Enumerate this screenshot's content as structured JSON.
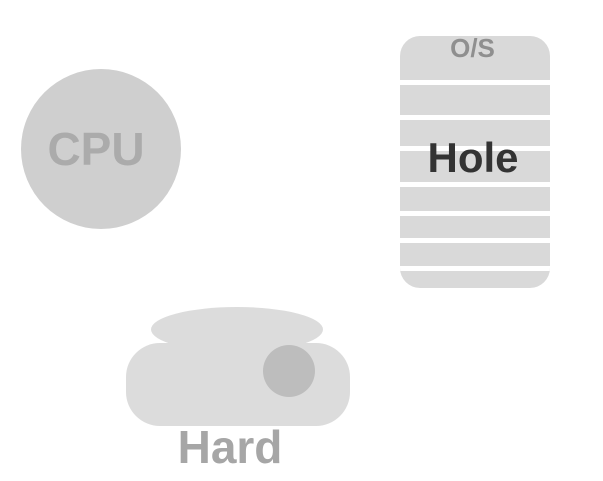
{
  "cpu": {
    "label": "CPU"
  },
  "memory": {
    "top_label": "O/S",
    "center_label": "Hole"
  },
  "disk": {
    "label": "Hard"
  },
  "colors": {
    "shape_fill": "#d9d9d9",
    "cpu_text": "#ababab",
    "hole_text": "#333333",
    "os_text": "#8f8f8f",
    "hard_text": "#a6a6a6",
    "disk_knob": "#bdbdbd"
  }
}
